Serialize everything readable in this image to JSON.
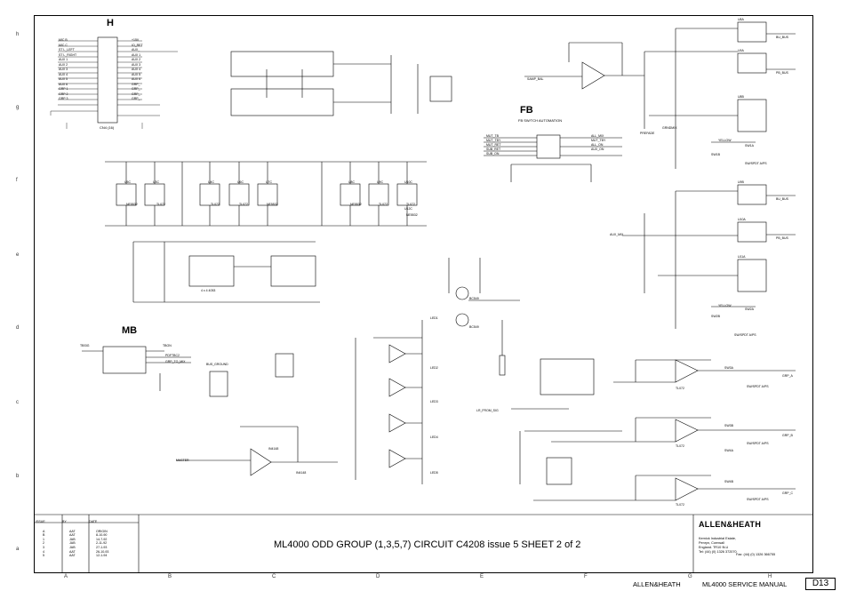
{
  "title_block": {
    "title": "ML4000 ODD GROUP (1,3,5,7) CIRCUIT   C4208 issue 5   SHEET 2 of 2",
    "company_logo": "ALLEN&HEATH",
    "address_lines": [
      "Kernick Industrial Estate,",
      "Penryn, Cornwall",
      "England.   TR10 9LU",
      "Tel:  (44) (0) 1326 372070"
    ],
    "fax": "Fax:   (44) (0) 1326 366755",
    "history_headers": [
      "ISSUE",
      "BY",
      "DATE"
    ],
    "history": [
      {
        "issue": "A",
        "by": "AAT",
        "date": "ORIGIN"
      },
      {
        "issue": "B",
        "by": "AAT",
        "date": "8-10-90"
      },
      {
        "issue": "1",
        "by": "JAB",
        "date": "14-7-92"
      },
      {
        "issue": "2",
        "by": "JAB",
        "date": "2-11-92"
      },
      {
        "issue": "3",
        "by": "JAB",
        "date": "27-1-93"
      },
      {
        "issue": "4",
        "by": "AAT",
        "date": "26-10-93"
      },
      {
        "issue": "5",
        "by": "AAT",
        "date": "12-1-94"
      }
    ]
  },
  "footer": {
    "brand": "ALLEN&HEATH",
    "manual": "ML4000 SERVICE MANUAL",
    "page": "D13"
  },
  "border": {
    "rows": [
      "h",
      "g",
      "f",
      "e",
      "d",
      "c",
      "b",
      "a"
    ],
    "cols": [
      "A",
      "B",
      "C",
      "D",
      "E",
      "F",
      "G",
      "H"
    ]
  },
  "sections": {
    "h": "H",
    "fb": "FB",
    "mb": "MB"
  },
  "connectors": {
    "ch_left": [
      "MIC B",
      "MIC C",
      "ST L_LEFT",
      "ST L_RIGHT",
      "AUX 1",
      "AUX 2",
      "AUX 3",
      "AUX 4",
      "AUX 5",
      "AUX 6",
      "GRP 1",
      "GRP 2",
      "GRP 3"
    ],
    "ch_right": [
      "+15V",
      "IO_RET",
      "AUX_",
      "AUX 1",
      "AUX 2",
      "AUX 3",
      "AUX 4",
      "AUX 5",
      "AUX 6",
      "GRP_",
      "GRP_",
      "GRP_",
      "GRP_"
    ],
    "ch_ref": "CN4 (16)",
    "fb_caption": "FB SW/TCH AUTOMATION",
    "fb_pins": [
      "MUT_TB",
      "MUT_TBY",
      "MUT_RET",
      "SUB_RET",
      "SUB_ON"
    ],
    "fb_pins_r": [
      "ALL_MIX",
      "MUT_TBY",
      "ALL_ON",
      "AUX_ON"
    ],
    "mb_pins": [
      "TBSIG",
      "TBON",
      "PDFTBC2",
      "GRP_TO_MIX"
    ]
  },
  "labels": {
    "ic_pwr": [
      "U5C",
      "U3C",
      "U4C",
      "U6C",
      "U7C",
      "U8C",
      "U9C",
      "U10C",
      "U12C"
    ],
    "ic_parts": [
      "NE5532",
      "TL072",
      "TL072",
      "TL072",
      "NE5532",
      "NE5532",
      "TL072",
      "TL072",
      "NE5532"
    ],
    "switch_labels": [
      "SW1A",
      "SW1B",
      "SW2A",
      "SW2B",
      "SW3A",
      "SW3B",
      "SW4A",
      "SW4B"
    ],
    "relay": [
      "U8A",
      "U9A",
      "U8B",
      "U9B",
      "U10A",
      "U11A"
    ],
    "bus_out": [
      "BU_BUS",
      "PB_BUS",
      "BU_BUS",
      "PB_BUS"
    ],
    "grp_out": [
      "GRP_A",
      "GRP_B",
      "GRP_C"
    ],
    "led": [
      "LED1",
      "LED2",
      "LED3",
      "LED4",
      "LED5"
    ],
    "led_cap": [
      "YELLOW",
      "YELLOW"
    ],
    "misc": [
      "SW/SPDT A/PS",
      "SW/SPDT A/PS",
      "SW/SPDT A/PS",
      "SW/SPDT A/PS",
      "GRNDMIX",
      "AUX_MIX",
      "SW/SPDT A/PS",
      "TL072",
      "TL072",
      "TL072",
      "IN4148",
      "IN4148",
      "BC549",
      "BC549",
      "PREFADE",
      "LR_FROM_SIG",
      "MASTER",
      "BUS_GROUND",
      "4 x 4 4053",
      "SAMP_BAL"
    ]
  }
}
